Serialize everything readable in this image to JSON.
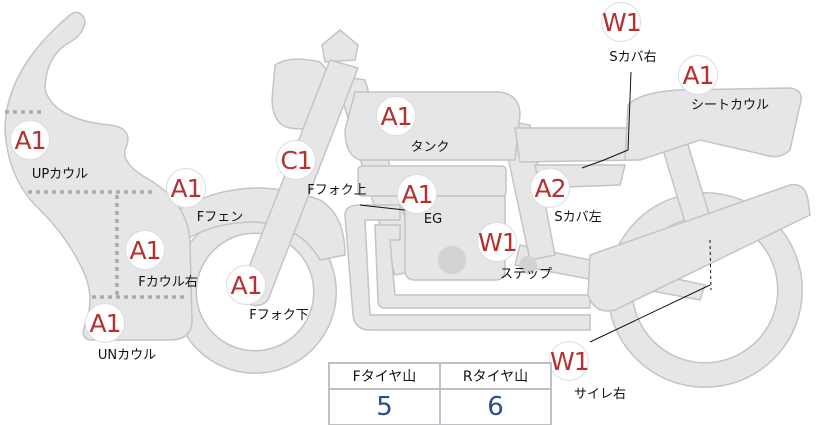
{
  "parts": [
    {
      "id": "s-cover-right",
      "grade": "W1",
      "label": "Sカバ右"
    },
    {
      "id": "seat-cowl",
      "grade": "A1",
      "label": "シートカウル"
    },
    {
      "id": "tank",
      "grade": "A1",
      "label": "タンク"
    },
    {
      "id": "up-cowl",
      "grade": "A1",
      "label": "UPカウル"
    },
    {
      "id": "f-fork-upper",
      "grade": "C1",
      "label": "Fフォク上"
    },
    {
      "id": "f-fender",
      "grade": "A1",
      "label": "Fフェン"
    },
    {
      "id": "engine",
      "grade": "A1",
      "label": "EG"
    },
    {
      "id": "s-cover-left",
      "grade": "A2",
      "label": "Sカバ左"
    },
    {
      "id": "step",
      "grade": "W1",
      "label": "ステップ"
    },
    {
      "id": "f-cowl-right",
      "grade": "A1",
      "label": "Fカウル右"
    },
    {
      "id": "f-fork-lower",
      "grade": "A1",
      "label": "Fフォク下"
    },
    {
      "id": "un-cowl",
      "grade": "A1",
      "label": "UNカウル"
    },
    {
      "id": "silencer-right",
      "grade": "W1",
      "label": "サイレ右"
    }
  ],
  "tires": {
    "front_label": "Fタイヤ山",
    "front_value": "5",
    "rear_label": "Rタイヤ山",
    "rear_value": "6"
  },
  "colors": {
    "grade": "#b5302f",
    "value": "#2b4d8f",
    "part_fill": "#e6e6e6",
    "part_stroke": "#c4c4c4"
  }
}
